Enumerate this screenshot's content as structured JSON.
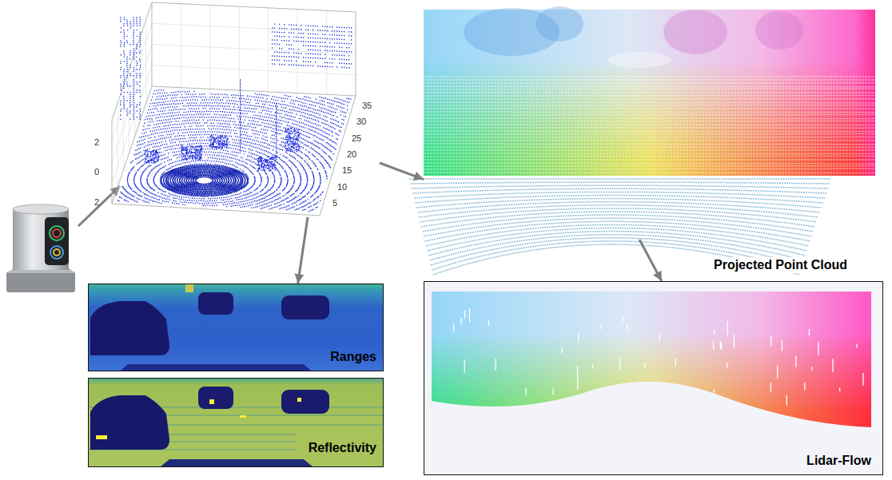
{
  "diagram": {
    "nodes": [
      {
        "text": [
          "2",
          "0",
          "2",
          "35",
          "30",
          "25",
          "20",
          "15",
          "10",
          "5"
        ]
      },
      {
        "text": [
          "Projected Point Cloud"
        ]
      },
      {
        "text": [
          "Ranges"
        ]
      },
      {
        "text": [
          "Reflectivity"
        ]
      },
      {
        "text": [
          "Lidar-Flow"
        ]
      }
    ],
    "edges": [
      {
        "from": 0,
        "to": 1,
        "arrow": "to"
      },
      {
        "from": 0,
        "to": 2,
        "arrow": "to"
      },
      {
        "from": 1,
        "to": 4,
        "arrow": "to"
      }
    ]
  }
}
